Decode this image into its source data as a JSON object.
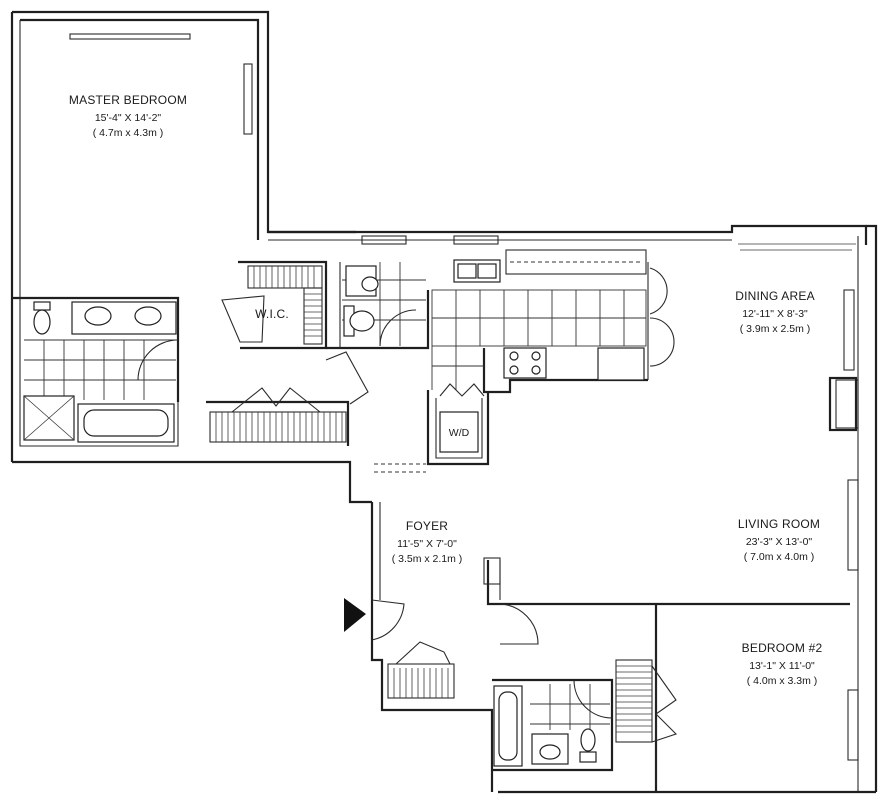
{
  "rooms": {
    "master_bedroom": {
      "name": "MASTER BEDROOM",
      "dim_imperial": "15'-4\" X 14'-2\"",
      "dim_metric": "( 4.7m x 4.3m )"
    },
    "dining_area": {
      "name": "DINING AREA",
      "dim_imperial": "12'-11\" X 8'-3\"",
      "dim_metric": "( 3.9m x 2.5m )"
    },
    "foyer": {
      "name": "FOYER",
      "dim_imperial": "11'-5\" X 7'-0\"",
      "dim_metric": "( 3.5m x 2.1m )"
    },
    "living_room": {
      "name": "LIVING ROOM",
      "dim_imperial": "23'-3\" X 13'-0\"",
      "dim_metric": "( 7.0m x 4.0m )"
    },
    "bedroom_2": {
      "name": "BEDROOM #2",
      "dim_imperial": "13'-1\" X 11'-0\"",
      "dim_metric": "( 4.0m x 3.3m )"
    }
  },
  "labels": {
    "wic": "W.I.C.",
    "wd": "W/D"
  },
  "colors": {
    "line": "#1f1f1f",
    "background": "#ffffff"
  }
}
